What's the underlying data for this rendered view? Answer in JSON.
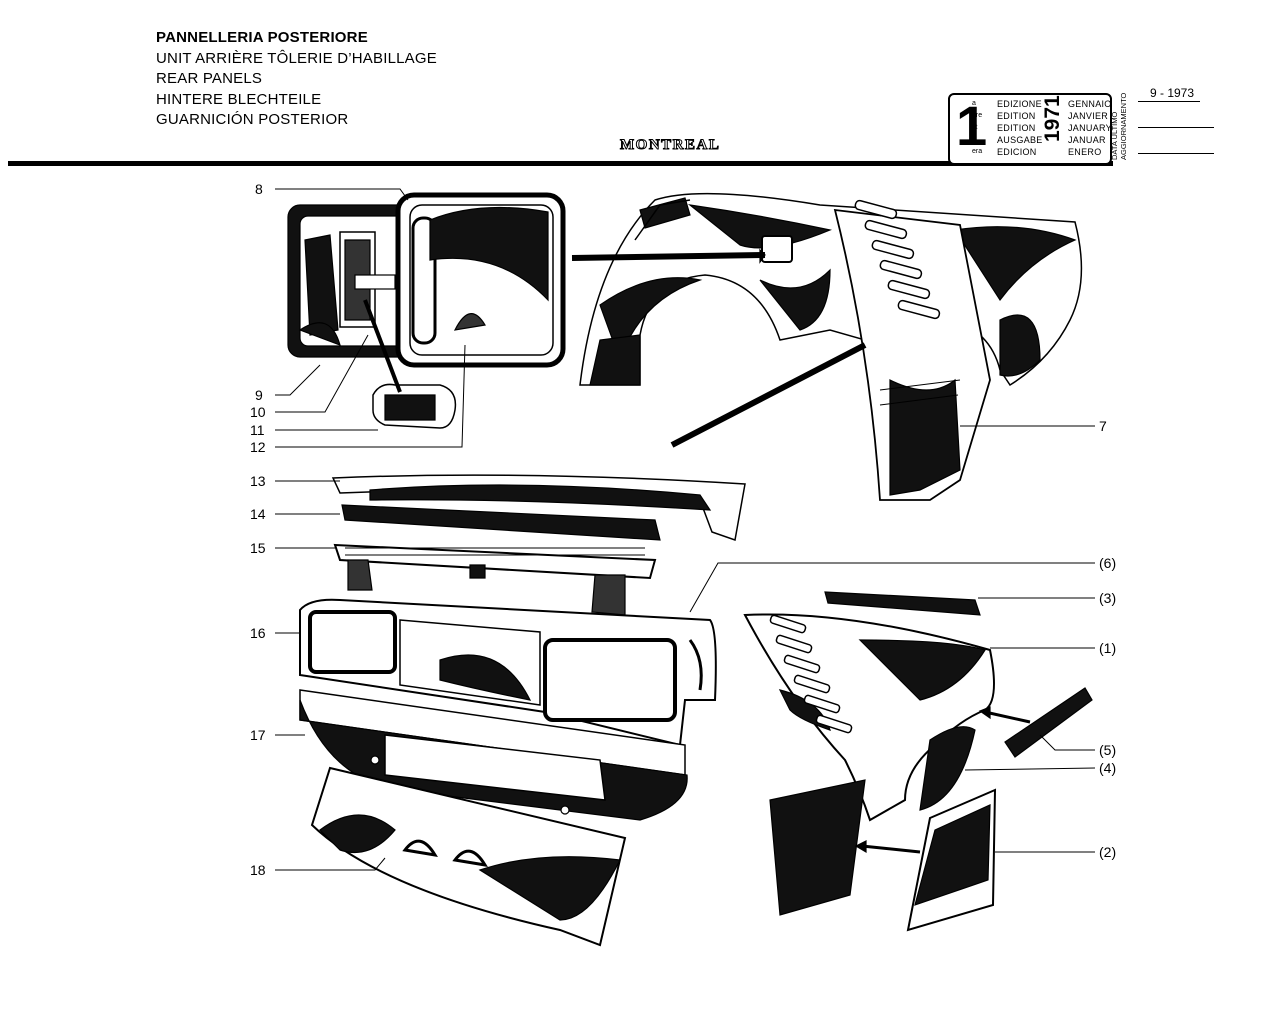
{
  "header": {
    "titles": [
      "PANNELLERIA POSTERIORE",
      "UNIT ARRIÈRE TÔLERIE D’HABILLAGE",
      "REAR PANELS",
      "HINTERE BLECHTEILE",
      "GUARNICIÓN POSTERIOR"
    ],
    "brand": "MONTREAL"
  },
  "edition_box": {
    "number": "1",
    "ordinals": [
      "a",
      "ere",
      "st",
      ".",
      "era"
    ],
    "edition_words": [
      "EDIZIONE",
      "EDITION",
      "EDITION",
      "AUSGABE",
      "EDICION"
    ],
    "year": "1971",
    "months": [
      "GENNAIO",
      "JANVIER",
      "JANUARY",
      "JANUAR",
      "ENERO"
    ],
    "last_update_label": [
      "DATA ULTIMO",
      "AGGIORNAMENTO"
    ],
    "last_update_value": "9 - 1973"
  },
  "callouts": {
    "left": [
      "8",
      "9",
      "10",
      "11",
      "12",
      "13",
      "14",
      "15",
      "16",
      "17",
      "18"
    ],
    "right": [
      "7",
      "(6)",
      "(3)",
      "(1)",
      "(5)",
      "(4)",
      "(2)"
    ]
  }
}
